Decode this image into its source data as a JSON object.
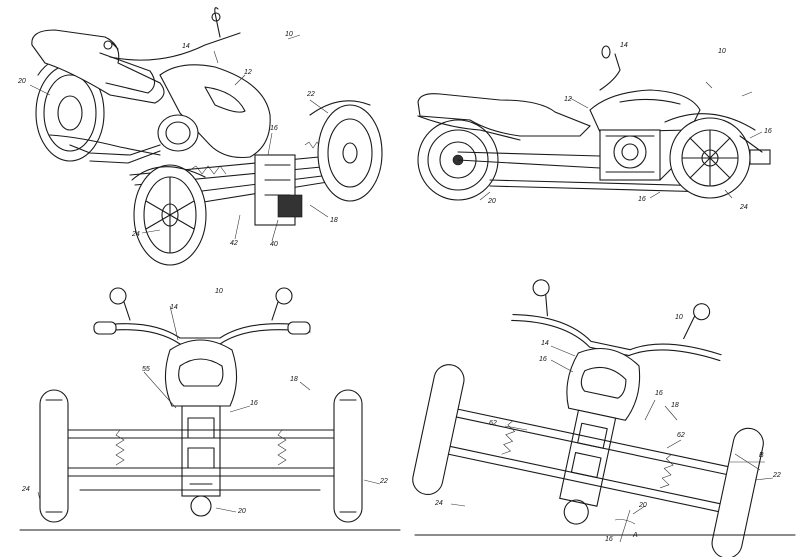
{
  "views": {
    "top_left": {
      "name": "perspective-front-left",
      "refs": {
        "r10": "10",
        "r12": "12",
        "r14": "14",
        "r16": "16",
        "r18": "18",
        "r20": "20",
        "r22": "22",
        "r24": "24",
        "r40": "40",
        "r42": "42"
      }
    },
    "top_right": {
      "name": "side-view",
      "refs": {
        "r10": "10",
        "r12": "12",
        "r14": "14",
        "r16a": "16",
        "r16b": "16",
        "r20": "20",
        "r24": "24"
      }
    },
    "bottom_left": {
      "name": "front-view-upright",
      "refs": {
        "r10": "10",
        "r14": "14",
        "r16": "16",
        "r18": "18",
        "r20": "20",
        "r22": "22",
        "r24": "24",
        "r55": "55"
      }
    },
    "bottom_right": {
      "name": "front-view-leaning",
      "refs": {
        "r10": "10",
        "r14": "14",
        "r16a": "16",
        "r16b": "16",
        "r18": "18",
        "r20": "20",
        "r22": "22",
        "r24": "24",
        "r62a": "62",
        "r62b": "62",
        "rA": "A",
        "rB": "B"
      }
    }
  }
}
